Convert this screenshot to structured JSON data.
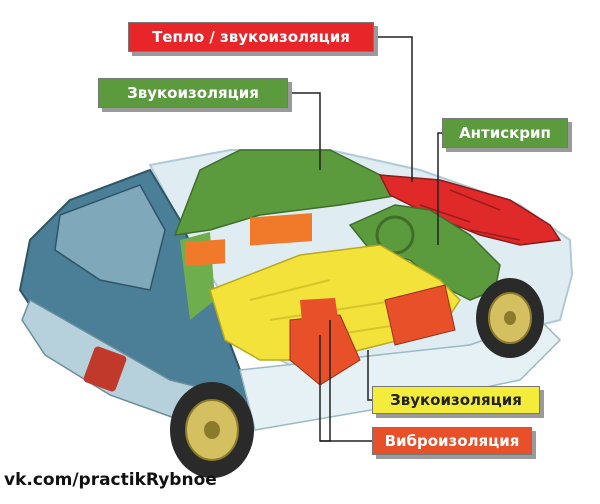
{
  "labels": {
    "heat_sound": "Тепло / звукоизоляция",
    "sound_top": "Звукоизоляция",
    "antisqueak": "Антискрип",
    "sound_bottom": "Звукоизоляция",
    "vibro": "Виброизоляция"
  },
  "footer": "vk.com/practikRybnoe",
  "colors": {
    "heat_label": "#e8262a",
    "sound_label": "#5c9a3e",
    "sound_floor_label": "#f4ec3a",
    "vibro_label": "#e8502a",
    "body_blue": "#4a7f97",
    "glass": "#cfe6ee"
  }
}
